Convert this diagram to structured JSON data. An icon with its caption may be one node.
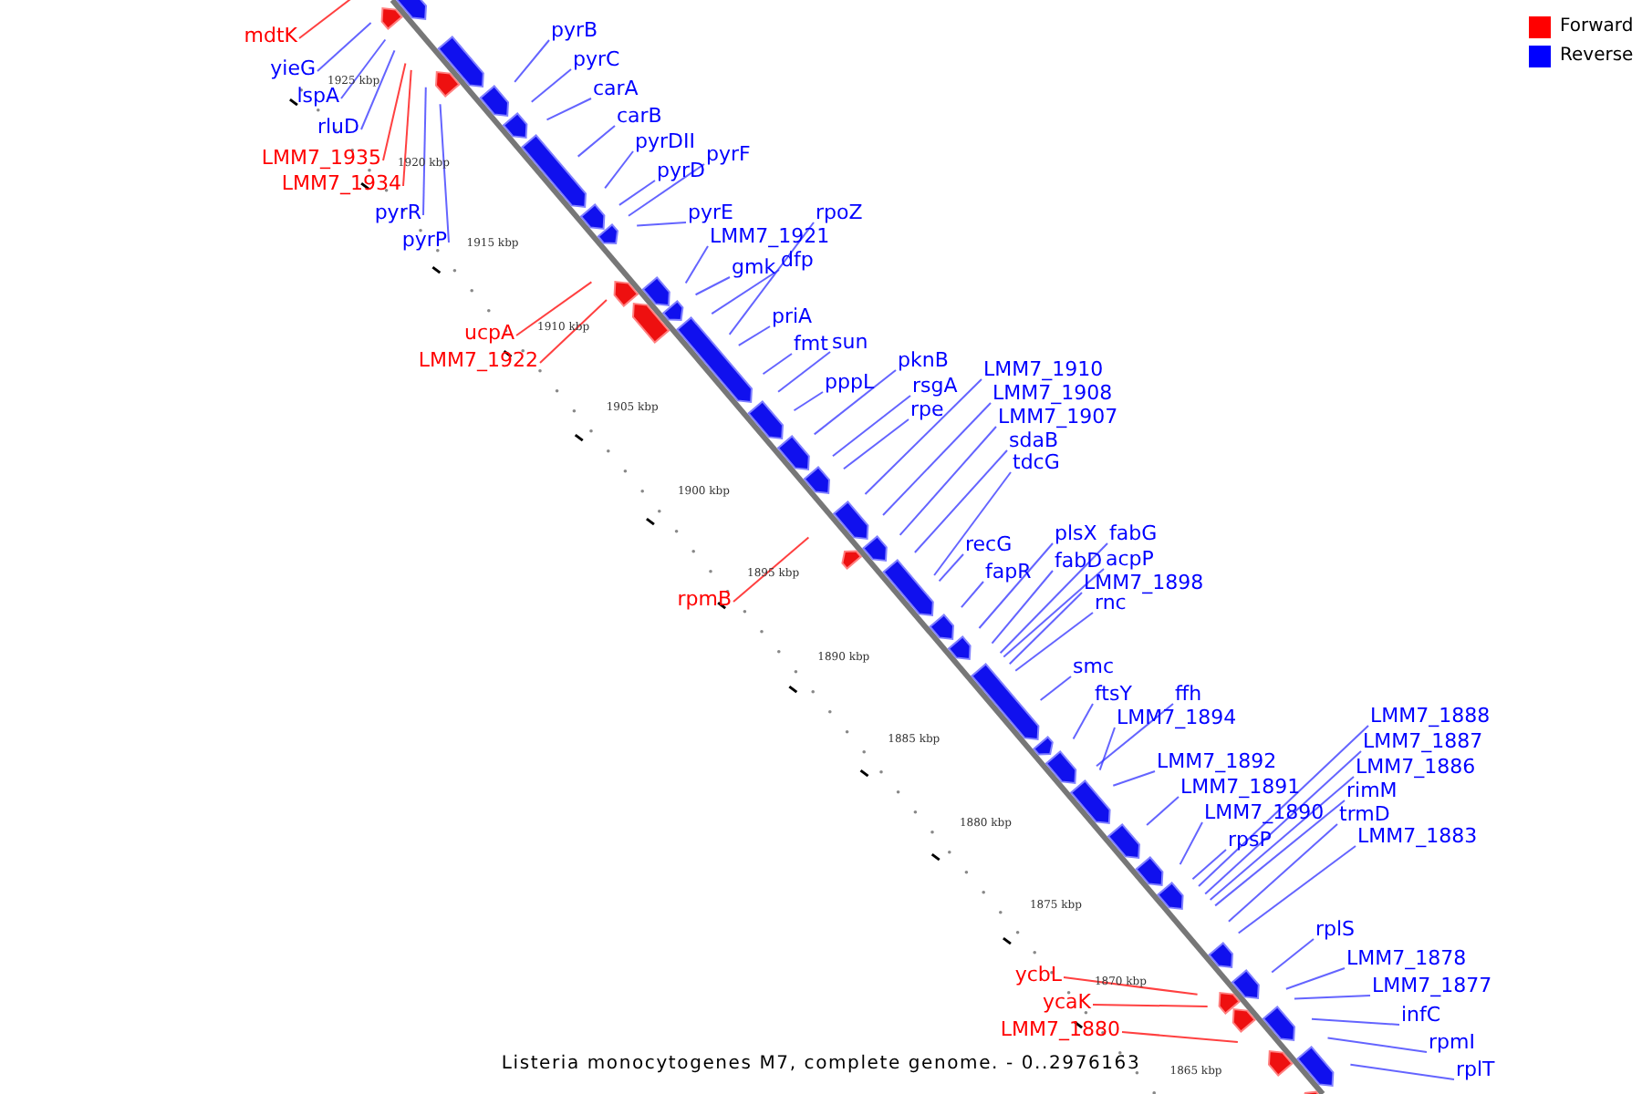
{
  "diagram": {
    "caption": "Listeria monocytogenes M7, complete genome. - 0..2976163",
    "nodes": [
      {
        "text": [
          "mdtK"
        ]
      },
      {
        "text": [
          "pyrB"
        ]
      },
      {
        "text": [
          "pyrC"
        ]
      },
      {
        "text": [
          "yieG"
        ]
      },
      {
        "text": [
          "carA"
        ]
      },
      {
        "text": [
          "lspA"
        ]
      },
      {
        "text": [
          "carB"
        ]
      },
      {
        "text": [
          "rluD"
        ]
      },
      {
        "text": [
          "pyrDII"
        ]
      },
      {
        "text": [
          "pyrF"
        ]
      },
      {
        "text": [
          "LMM7_1935"
        ]
      },
      {
        "text": [
          "pyrD"
        ]
      },
      {
        "text": [
          "LMM7_1934"
        ]
      },
      {
        "text": [
          "pyrE"
        ]
      },
      {
        "text": [
          "rpoZ"
        ]
      },
      {
        "text": [
          "pyrR"
        ]
      },
      {
        "text": [
          "LMM7_1921"
        ]
      },
      {
        "text": [
          "pyrP"
        ]
      },
      {
        "text": [
          "gmk"
        ]
      },
      {
        "text": [
          "dfp"
        ]
      },
      {
        "text": [
          "priA"
        ]
      },
      {
        "text": [
          "ucpA"
        ]
      },
      {
        "text": [
          "fmt"
        ]
      },
      {
        "text": [
          "sun"
        ]
      },
      {
        "text": [
          "LMM7_1922"
        ]
      },
      {
        "text": [
          "pknB"
        ]
      },
      {
        "text": [
          "pppL"
        ]
      },
      {
        "text": [
          "rsgA"
        ]
      },
      {
        "text": [
          "rpe"
        ]
      },
      {
        "text": [
          "LMM7_1910"
        ]
      },
      {
        "text": [
          "LMM7_1908"
        ]
      },
      {
        "text": [
          "LMM7_1907"
        ]
      },
      {
        "text": [
          "sdaB"
        ]
      },
      {
        "text": [
          "tdcG"
        ]
      },
      {
        "text": [
          "plsX"
        ]
      },
      {
        "text": [
          "fabG"
        ]
      },
      {
        "text": [
          "recG"
        ]
      },
      {
        "text": [
          "fabD"
        ]
      },
      {
        "text": [
          "acpP"
        ]
      },
      {
        "text": [
          "fapR"
        ]
      },
      {
        "text": [
          "LMM7_1898"
        ]
      },
      {
        "text": [
          "rpmB"
        ]
      },
      {
        "text": [
          "rnc"
        ]
      },
      {
        "text": [
          "smc"
        ]
      },
      {
        "text": [
          "ftsY"
        ]
      },
      {
        "text": [
          "ffh"
        ]
      },
      {
        "text": [
          "LMM7_1894"
        ]
      },
      {
        "text": [
          "LMM7_1888"
        ]
      },
      {
        "text": [
          "LMM7_1887"
        ]
      },
      {
        "text": [
          "LMM7_1892"
        ]
      },
      {
        "text": [
          "LMM7_1886"
        ]
      },
      {
        "text": [
          "LMM7_1891"
        ]
      },
      {
        "text": [
          "rimM"
        ]
      },
      {
        "text": [
          "LMM7_1890"
        ]
      },
      {
        "text": [
          "trmD"
        ]
      },
      {
        "text": [
          "LMM7_1883"
        ]
      },
      {
        "text": [
          "rpsP"
        ]
      },
      {
        "text": [
          "rplS"
        ]
      },
      {
        "text": [
          "LMM7_1878"
        ]
      },
      {
        "text": [
          "ycbL"
        ]
      },
      {
        "text": [
          "LMM7_1877"
        ]
      },
      {
        "text": [
          "ycaK"
        ]
      },
      {
        "text": [
          "LMM7_1880"
        ]
      },
      {
        "text": [
          "infC"
        ]
      },
      {
        "text": [
          "rpmI"
        ]
      },
      {
        "text": [
          "rplT"
        ]
      }
    ],
    "edges": [
      {
        "from": 0,
        "to": null,
        "arrow": "none",
        "color": "#ff0000"
      },
      {
        "from": 1,
        "to": null,
        "arrow": "none"
      },
      {
        "from": 2,
        "to": null,
        "arrow": "none"
      },
      {
        "from": 3,
        "to": null,
        "arrow": "none"
      },
      {
        "from": 4,
        "to": null,
        "arrow": "none"
      },
      {
        "from": 5,
        "to": null,
        "arrow": "none"
      },
      {
        "from": 6,
        "to": null,
        "arrow": "none"
      },
      {
        "from": 7,
        "to": null,
        "arrow": "none"
      },
      {
        "from": 8,
        "to": null,
        "arrow": "none"
      },
      {
        "from": 9,
        "to": null,
        "arrow": "none"
      },
      {
        "from": 10,
        "to": null,
        "arrow": "none",
        "color": "#ff0000"
      },
      {
        "from": 11,
        "to": null,
        "arrow": "none"
      },
      {
        "from": 12,
        "to": null,
        "arrow": "none",
        "color": "#ff0000"
      },
      {
        "from": 13,
        "to": null,
        "arrow": "none"
      },
      {
        "from": 14,
        "to": null,
        "arrow": "none"
      },
      {
        "from": 15,
        "to": null,
        "arrow": "none"
      },
      {
        "from": 16,
        "to": null,
        "arrow": "none"
      },
      {
        "from": 17,
        "to": null,
        "arrow": "none"
      },
      {
        "from": 18,
        "to": null,
        "arrow": "none"
      },
      {
        "from": 19,
        "to": null,
        "arrow": "none"
      },
      {
        "from": 20,
        "to": null,
        "arrow": "none"
      },
      {
        "from": 21,
        "to": null,
        "arrow": "none",
        "color": "#ff0000"
      },
      {
        "from": 22,
        "to": null,
        "arrow": "none"
      },
      {
        "from": 23,
        "to": null,
        "arrow": "none"
      },
      {
        "from": 24,
        "to": null,
        "arrow": "none",
        "color": "#ff0000"
      },
      {
        "from": 25,
        "to": null,
        "arrow": "none"
      },
      {
        "from": 26,
        "to": null,
        "arrow": "none"
      },
      {
        "from": 27,
        "to": null,
        "arrow": "none"
      },
      {
        "from": 28,
        "to": null,
        "arrow": "none"
      },
      {
        "from": 29,
        "to": null,
        "arrow": "none"
      },
      {
        "from": 30,
        "to": null,
        "arrow": "none"
      },
      {
        "from": 31,
        "to": null,
        "arrow": "none"
      },
      {
        "from": 32,
        "to": null,
        "arrow": "none"
      },
      {
        "from": 33,
        "to": null,
        "arrow": "none"
      },
      {
        "from": 34,
        "to": null,
        "arrow": "none"
      },
      {
        "from": 35,
        "to": null,
        "arrow": "none"
      },
      {
        "from": 36,
        "to": null,
        "arrow": "none"
      },
      {
        "from": 37,
        "to": null,
        "arrow": "none"
      },
      {
        "from": 38,
        "to": null,
        "arrow": "none"
      },
      {
        "from": 39,
        "to": null,
        "arrow": "none"
      },
      {
        "from": 40,
        "to": null,
        "arrow": "none"
      },
      {
        "from": 41,
        "to": null,
        "arrow": "none",
        "color": "#ff0000"
      },
      {
        "from": 42,
        "to": null,
        "arrow": "none"
      },
      {
        "from": 43,
        "to": null,
        "arrow": "none"
      },
      {
        "from": 44,
        "to": null,
        "arrow": "none"
      },
      {
        "from": 45,
        "to": null,
        "arrow": "none"
      },
      {
        "from": 46,
        "to": null,
        "arrow": "none"
      },
      {
        "from": 47,
        "to": null,
        "arrow": "none"
      },
      {
        "from": 48,
        "to": null,
        "arrow": "none"
      },
      {
        "from": 49,
        "to": null,
        "arrow": "none"
      },
      {
        "from": 50,
        "to": null,
        "arrow": "none"
      },
      {
        "from": 51,
        "to": null,
        "arrow": "none"
      },
      {
        "from": 52,
        "to": null,
        "arrow": "none"
      },
      {
        "from": 53,
        "to": null,
        "arrow": "none"
      },
      {
        "from": 54,
        "to": null,
        "arrow": "none"
      },
      {
        "from": 55,
        "to": null,
        "arrow": "none"
      },
      {
        "from": 56,
        "to": null,
        "arrow": "none"
      },
      {
        "from": 57,
        "to": null,
        "arrow": "none"
      },
      {
        "from": 58,
        "to": null,
        "arrow": "none"
      },
      {
        "from": 59,
        "to": null,
        "arrow": "none",
        "color": "#ff0000"
      },
      {
        "from": 60,
        "to": null,
        "arrow": "none"
      },
      {
        "from": 61,
        "to": null,
        "arrow": "none",
        "color": "#ff0000"
      },
      {
        "from": 62,
        "to": null,
        "arrow": "none",
        "color": "#ff0000"
      },
      {
        "from": 63,
        "to": null,
        "arrow": "none"
      },
      {
        "from": 64,
        "to": null,
        "arrow": "none"
      },
      {
        "from": 65,
        "to": null,
        "arrow": "none"
      }
    ],
    "labels": [
      "1925 kbp",
      "1920 kbp",
      "1915 kbp",
      "1910 kbp",
      "1905 kbp",
      "1900 kbp",
      "1895 kbp",
      "1890 kbp",
      "1885 kbp",
      "1880 kbp",
      "1875 kbp",
      "1870 kbp",
      "1865 kbp"
    ],
    "legend": [
      {
        "text": "Forward",
        "color": "#ff0000"
      },
      {
        "text": "Reverse",
        "color": "#0000ff"
      }
    ]
  }
}
